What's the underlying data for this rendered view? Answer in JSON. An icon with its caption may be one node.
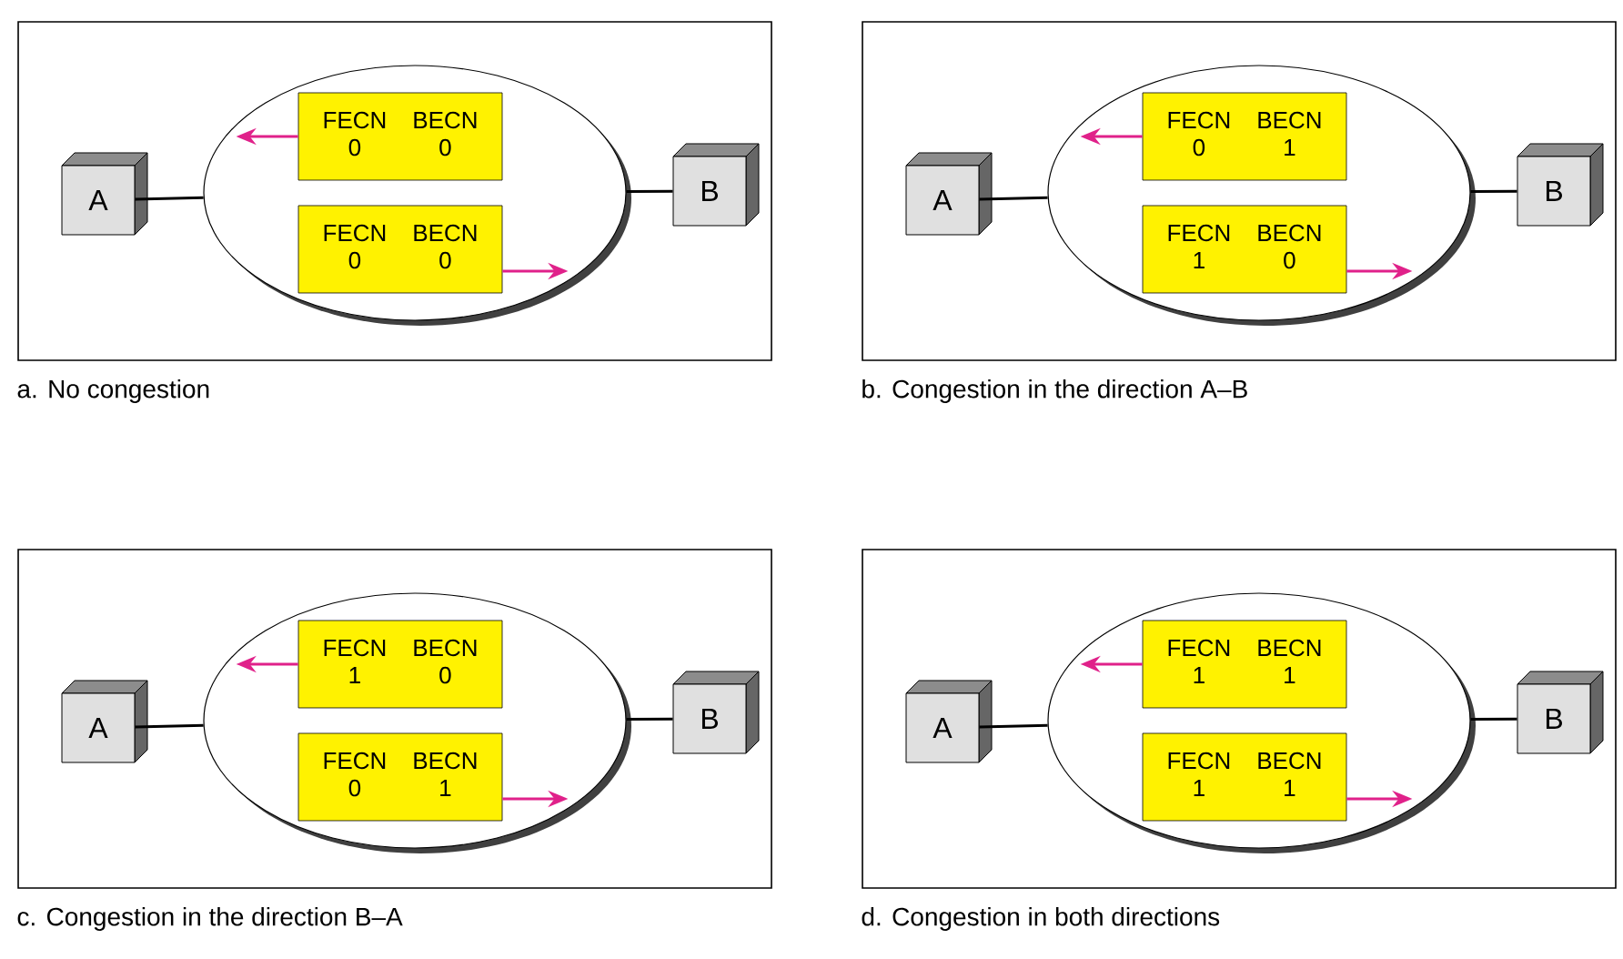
{
  "diagram": {
    "nodes": [
      {
        "text": [
          "a. No congestion"
        ]
      },
      {
        "text": [
          "A"
        ],
        "in": 0
      },
      {
        "text": [],
        "shape": "ellipse",
        "in": 0
      },
      {
        "text": [
          "FECN",
          "BECN",
          "0",
          "0"
        ],
        "in": 2
      },
      {
        "text": [
          "FECN",
          "BECN",
          "0",
          "0"
        ],
        "in": 2
      },
      {
        "text": [
          "B"
        ],
        "in": 0
      },
      {
        "text": [
          "b. Congestion in the direction A–B"
        ]
      },
      {
        "text": [
          "A"
        ],
        "in": 6
      },
      {
        "text": [],
        "shape": "ellipse",
        "in": 6
      },
      {
        "text": [
          "FECN",
          "BECN",
          "0",
          "1"
        ],
        "in": 8
      },
      {
        "text": [
          "FECN",
          "BECN",
          "1",
          "0"
        ],
        "in": 8
      },
      {
        "text": [
          "B"
        ],
        "in": 6
      },
      {
        "text": [
          "c. Congestion in the direction B–A"
        ]
      },
      {
        "text": [
          "A"
        ],
        "in": 12
      },
      {
        "text": [],
        "shape": "ellipse",
        "in": 12
      },
      {
        "text": [
          "FECN",
          "BECN",
          "1",
          "0"
        ],
        "in": 14
      },
      {
        "text": [
          "FECN",
          "BECN",
          "0",
          "1"
        ],
        "in": 14
      },
      {
        "text": [
          "B"
        ],
        "in": 12
      },
      {
        "text": [
          "d. Congestion in both directions"
        ]
      },
      {
        "text": [
          "A"
        ],
        "in": 18
      },
      {
        "text": [],
        "shape": "ellipse",
        "in": 18
      },
      {
        "text": [
          "FECN",
          "BECN",
          "1",
          "1"
        ],
        "in": 20
      },
      {
        "text": [
          "FECN",
          "BECN",
          "1",
          "1"
        ],
        "in": 20
      },
      {
        "text": [
          "B"
        ],
        "in": 18
      }
    ],
    "edges": [
      {
        "from": 1,
        "to": 2,
        "arrow": "none"
      },
      {
        "from": 2,
        "to": 5,
        "arrow": "none"
      },
      {
        "from": 3,
        "to": null,
        "arrow": "to",
        "color": "#e0218a"
      },
      {
        "from": 4,
        "to": null,
        "arrow": "to",
        "color": "#e0218a"
      },
      {
        "from": 7,
        "to": 8,
        "arrow": "none"
      },
      {
        "from": 8,
        "to": 11,
        "arrow": "none"
      },
      {
        "from": 9,
        "to": null,
        "arrow": "to",
        "color": "#e0218a"
      },
      {
        "from": 10,
        "to": null,
        "arrow": "to",
        "color": "#e0218a"
      },
      {
        "from": 13,
        "to": 14,
        "arrow": "none"
      },
      {
        "from": 14,
        "to": 17,
        "arrow": "none"
      },
      {
        "from": 15,
        "to": null,
        "arrow": "to",
        "color": "#e0218a"
      },
      {
        "from": 16,
        "to": null,
        "arrow": "to",
        "color": "#e0218a"
      },
      {
        "from": 19,
        "to": 20,
        "arrow": "none"
      },
      {
        "from": 20,
        "to": 23,
        "arrow": "none"
      },
      {
        "from": 21,
        "to": null,
        "arrow": "to",
        "color": "#e0218a"
      },
      {
        "from": 22,
        "to": null,
        "arrow": "to",
        "color": "#e0218a"
      }
    ]
  }
}
